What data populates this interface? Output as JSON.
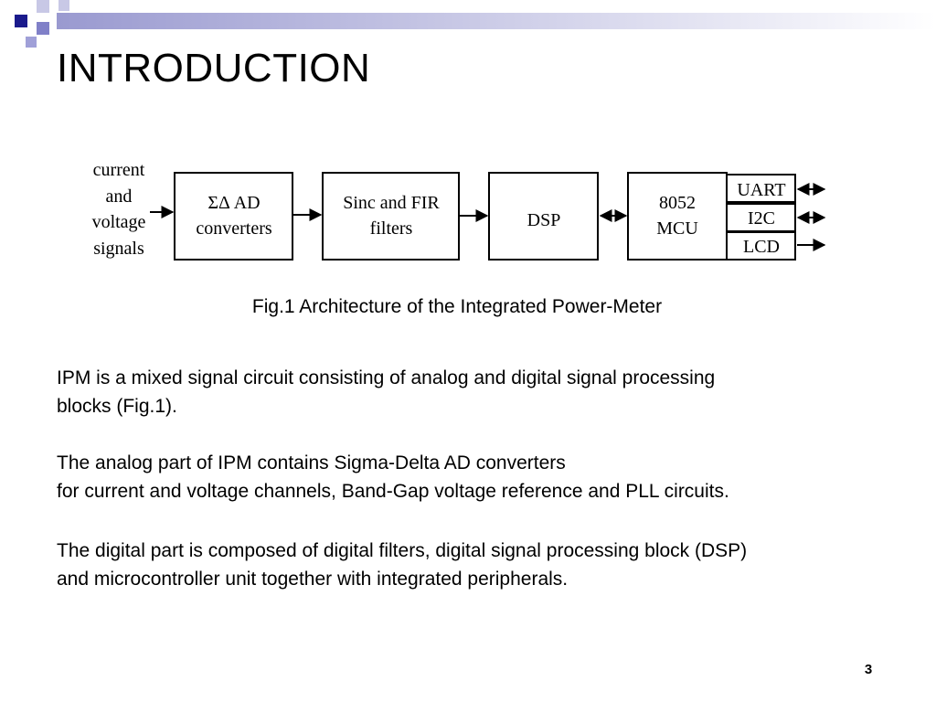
{
  "slide": {
    "title": "INTRODUCTION",
    "page_number": "3"
  },
  "diagram": {
    "input_label": [
      "current",
      "and",
      "voltage",
      "signals"
    ],
    "blocks": {
      "adc": [
        "ΣΔ AD",
        "converters"
      ],
      "filters": [
        "Sinc and FIR",
        "filters"
      ],
      "dsp": "DSP",
      "mcu": [
        "8052",
        "MCU"
      ]
    },
    "peripherals": [
      "UART",
      "I2C",
      "LCD"
    ],
    "caption": "Fig.1 Architecture of the Integrated Power-Meter"
  },
  "paragraphs": [
    [
      "IPM is a mixed signal circuit consisting of analog and digital signal processing",
      "blocks (Fig.1)."
    ],
    [
      "The analog part of IPM contains Sigma-Delta AD converters",
      "for current and voltage channels, Band-Gap voltage reference and PLL circuits."
    ],
    [
      "The digital part is composed of digital filters, digital signal processing block (DSP)",
      "and microcontroller unit together with integrated peripherals."
    ]
  ],
  "colors": {
    "accent_dark": "#1a1a8c",
    "accent_mid": "#8080c8",
    "accent_light": "#c8c8e6"
  }
}
